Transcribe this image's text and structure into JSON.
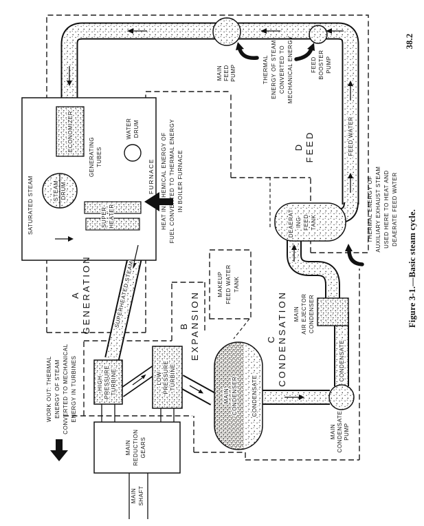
{
  "figure": {
    "caption": "Figure 3-1.—Basic steam cycle.",
    "page_ref": "38.2"
  },
  "sections": {
    "a": {
      "letter": "A",
      "name": "GENERATION"
    },
    "b": {
      "letter": "B",
      "name": "EXPANSION"
    },
    "c": {
      "letter": "C",
      "name": "CONDENSATION"
    },
    "d": {
      "letter": "D",
      "name": "FEED"
    }
  },
  "boiler": {
    "economizer": "ECONOMIZER",
    "steam_drum": [
      "STEAM",
      "DRUM"
    ],
    "water_drum": [
      "WATER",
      "DRUM"
    ],
    "generating_tubes": [
      "GENERATING",
      "TUBES"
    ],
    "furnace": "FURNACE",
    "superheater": [
      "SUPER-",
      "HEATER"
    ],
    "saturated_steam": "SATURATED STEAM",
    "superheated_steam": "SUPERHEATED STEAM"
  },
  "turbines": {
    "hp": [
      "HIGH-",
      "PRESSURE",
      "TURBINE"
    ],
    "lp": [
      "LOW-",
      "PRESSURE",
      "TURBINE"
    ],
    "gears": [
      "MAIN",
      "REDUCTION",
      "GEARS"
    ],
    "shaft": [
      "MAIN",
      "SHAFT"
    ]
  },
  "condensation": {
    "main_condenser": [
      "MAIN",
      "CONDENSER"
    ],
    "condensate_strip": "CONDENSATE",
    "condensate_pipe": "CONDENSATE",
    "pump": [
      "MAIN",
      "CONDENSATE",
      "PUMP"
    ],
    "air_ejector": [
      "MAIN",
      "AIR EJECTOR",
      "CONDENSER"
    ],
    "makeup_tank": [
      "MAKEUP",
      "FEED WATER",
      "TANK"
    ]
  },
  "feed": {
    "tank": [
      "DEAERAT-",
      "ING",
      "FEED",
      "TANK"
    ],
    "feed_water": "FEED WATER",
    "main_feed_pump": [
      "MAIN",
      "FEED",
      "PUMP"
    ],
    "booster_pump": [
      "FEED",
      "BOOSTER",
      "PUMP"
    ]
  },
  "annotations": {
    "work_out": [
      "WORK OUT: THERMAL",
      "ENERGY OF STEAM",
      "CONVERTED TO MECHANICAL",
      "ENERGY IN TURBINES"
    ],
    "heat_in": [
      "HEAT IN: CHEMICAL ENERGY OF",
      "FUEL CONVERTED TO THERMAL ENERGY",
      "IN BOILER FURNACE"
    ],
    "pump_energy": [
      "THERMAL",
      "ENERGY OF STEAM",
      "CONVERTED TO",
      "MECHANICAL ENERGY"
    ],
    "aux_steam": [
      "THERMAL ENERGY OF",
      "AUXILIARY EXHAUST STEAM",
      "USED HERE TO HEAT AND",
      "DEAERATE FEED WATER"
    ]
  }
}
